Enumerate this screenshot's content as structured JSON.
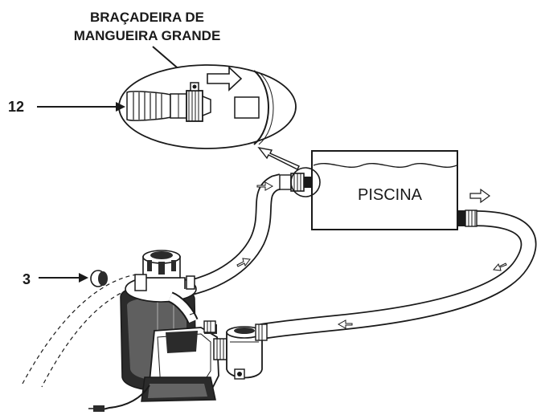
{
  "callout": {
    "line1": "BRAÇADEIRA DE",
    "line2": "MANGUEIRA GRANDE"
  },
  "labels": {
    "part_12": "12",
    "part_3": "3",
    "pool": "PISCINA"
  },
  "colors": {
    "stroke": "#1a1a1a",
    "background": "#ffffff",
    "pump_body": "#2b2b2b",
    "pump_shade": "#8a8a8a"
  }
}
